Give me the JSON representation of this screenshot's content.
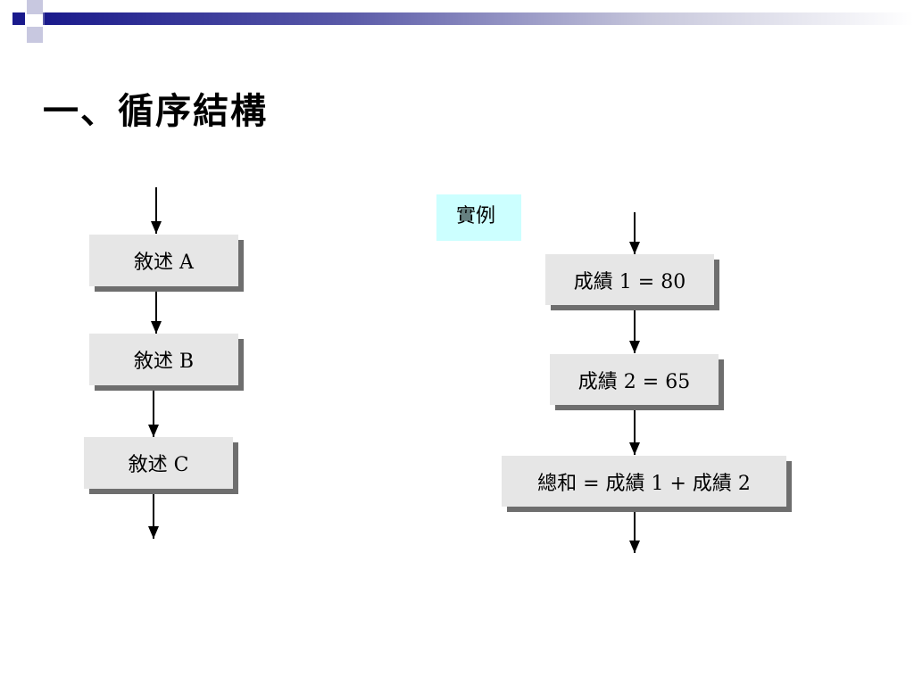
{
  "slide": {
    "title": "一、循序結構"
  },
  "left_flow": {
    "statements": [
      "敘述 A",
      "敘述 B",
      "敘述 C"
    ]
  },
  "right_flow": {
    "tag": "實例",
    "statements": [
      "成績 1 = 80",
      "成績 2 = 65",
      "總和  =  成績 1 +  成績 2"
    ]
  }
}
